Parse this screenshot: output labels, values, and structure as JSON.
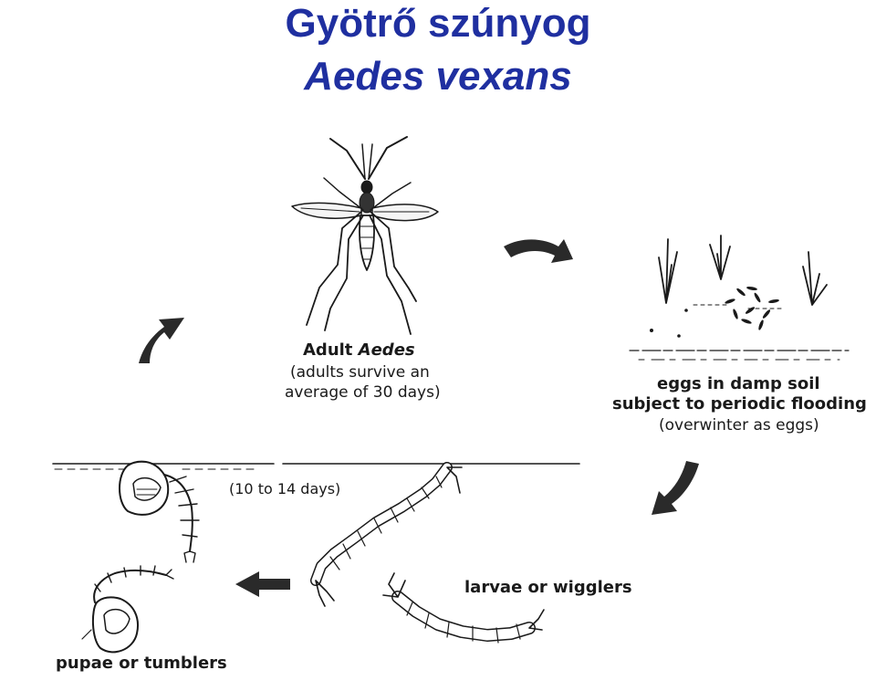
{
  "title": "Gyötrő szúnyog",
  "subtitle": "Aedes vexans",
  "colors": {
    "title": "#1f2fa0",
    "ink": "#1a1a1a"
  },
  "labels": {
    "adult_prefix": "Adult ",
    "adult_genus": "Aedes",
    "adult_note_1": "(adults survive an",
    "adult_note_2": "average of 30 days)",
    "eggs_1": "eggs in damp soil",
    "eggs_2": "subject to periodic flooding",
    "eggs_3": "(overwinter as eggs)",
    "duration": "(10 to 14 days)",
    "larvae": "larvae or wigglers",
    "pupae": "pupae or tumblers"
  }
}
